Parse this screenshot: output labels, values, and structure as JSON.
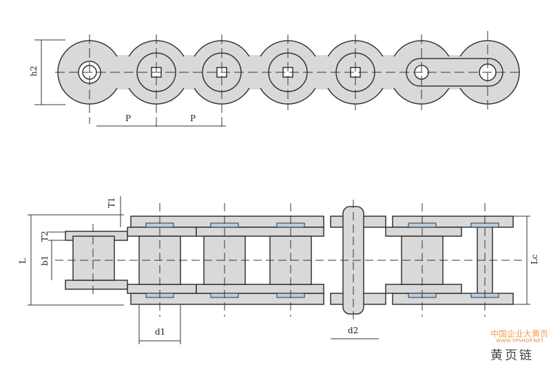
{
  "labels": {
    "h2": "h2",
    "p1": "P",
    "p2": "P",
    "t1": "T1",
    "t2": "T2",
    "l": "L",
    "b1": "b1",
    "d1": "d1",
    "d2": "d2",
    "lc": "Lc"
  },
  "watermark": {
    "line1": "中国企业大黄页",
    "line2": "WWW.YPSHOP.NET",
    "line3": "黄页链"
  },
  "colors": {
    "plate": "#d9d9d9",
    "outline": "#333333",
    "bushing": "#b8cde0"
  }
}
